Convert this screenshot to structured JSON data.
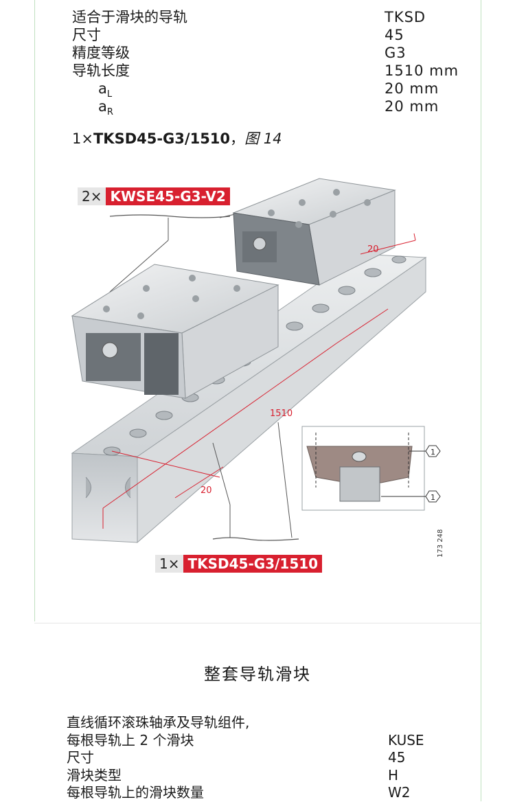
{
  "spec1": {
    "rows": [
      {
        "label": "适合于滑块的导轨",
        "value": "TKSD"
      },
      {
        "label": "尺寸",
        "value": "45"
      },
      {
        "label": "精度等级",
        "value": "G3"
      },
      {
        "label": "导轨长度",
        "value": "1510 mm"
      }
    ],
    "a_l": {
      "sym": "a",
      "sub": "L",
      "value": "20 mm"
    },
    "a_r": {
      "sym": "a",
      "sub": "R",
      "value": "20 mm"
    }
  },
  "order": {
    "qty": "1×",
    "code": "TKSD45-G3/1510",
    "sep": "，",
    "fig_ref": "图 14"
  },
  "figure": {
    "callout_carriage": {
      "qty": "2×",
      "code": "KWSE45-G3-V2"
    },
    "callout_rail": {
      "qty": "1×",
      "code": "TKSD45-G3/1510"
    },
    "dim_al": "20",
    "dim_ar": "20",
    "dim_length": "1510",
    "marker_1": "1",
    "marker_2": "1",
    "figure_number": "173 248"
  },
  "section2": {
    "title": "整套导轨滑块",
    "rows": [
      {
        "label": "直线循环滚珠轴承及导轨组件,",
        "value": ""
      },
      {
        "label": "每根导轨上 2 个滑块",
        "value": "KUSE"
      },
      {
        "label": "尺寸",
        "value": "45"
      },
      {
        "label": "滑块类型",
        "value": "H"
      },
      {
        "label": "每根导轨上的滑块数量",
        "value": "W2"
      }
    ]
  },
  "colors": {
    "accent_red": "#d8202f",
    "qty_bg": "#e6e6e6",
    "frame_green": "#bfe0bf"
  }
}
